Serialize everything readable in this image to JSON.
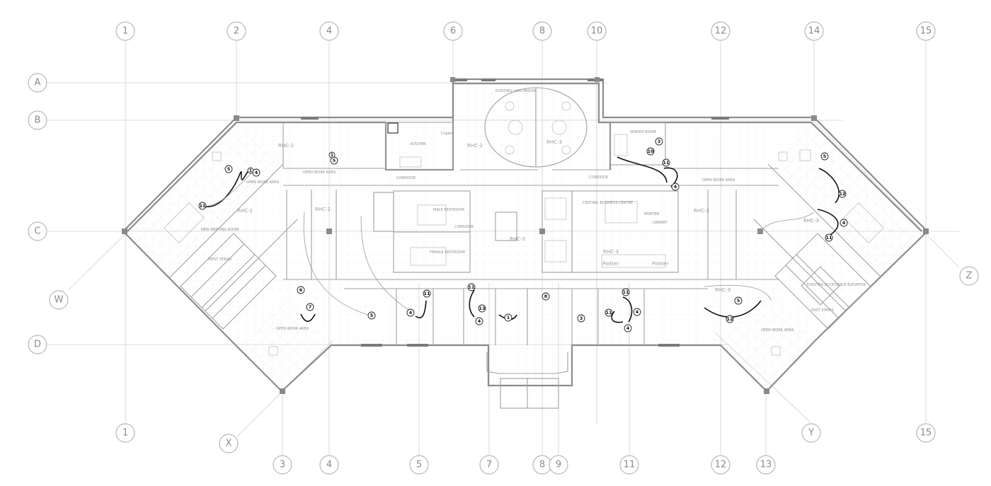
{
  "grid_bubbles_top": [
    "1",
    "2",
    "4",
    "6",
    "8",
    "10",
    "12",
    "14",
    "15"
  ],
  "grid_bubbles_bottom": [
    "1",
    "3",
    "4",
    "5",
    "7",
    "8",
    "9",
    "11",
    "12",
    "13",
    "15"
  ],
  "grid_bubbles_left": [
    "A",
    "B",
    "C",
    "D"
  ],
  "grid_bubbles_diagonal": [
    "W",
    "X",
    "Y",
    "Z"
  ],
  "room_labels": {
    "existing_lunchroom": "EXISTING LUNCHROOM",
    "rhc2_a": "RHC-2",
    "rhc2_b": "RHC-2",
    "rhc2_c": "RHC-2",
    "rhc2_d": "RHC-2",
    "rhc3_a": "RHC-3",
    "rhc3_b": "RHC-3",
    "rhc3_c": "RHC-3",
    "rhc3_d": "RHC-3",
    "rhc3_e": "RHC-3",
    "rhc3_f": "RHC-3",
    "open_work_area_w": "OPEN WORK AREA",
    "open_work_area_c": "OPEN WORK AREA",
    "open_work_area_e": "OPEN WORK AREA",
    "open_work_area_sw": "OPEN WORK AREA",
    "open_work_area_se": "OPEN WORK AREA",
    "corridor_a": "CORRIDOR",
    "corridor_b": "CORRIDOR",
    "corridor_c": "CORRIDOR",
    "west_stairs": "WEST STAIRS",
    "east_stairs": "EAST STAIRS",
    "meeting_room": "NEW MEETING ROOM",
    "male_restroom": "MALE RESTROOM",
    "female_restroom": "FEMALE RESTROOM",
    "central_business": "CENTRAL BUSINESS CENTRE",
    "plotter_a": "Plotter",
    "plotter_b": "Plotter",
    "copier": "Copier",
    "printer": "PRINTER",
    "library": "LIBRARY",
    "elevator": "EXISTING ACCESSIBLE ELEVATOR",
    "kitchen": "KITCHEN",
    "server_room": "SERVER ROOM"
  },
  "circuit_tags": [
    "5",
    "1",
    "4",
    "11",
    "5",
    "7",
    "6",
    "4",
    "11",
    "5",
    "11",
    "4",
    "13",
    "1",
    "8",
    "3",
    "11",
    "4",
    "11",
    "4",
    "3",
    "10",
    "11",
    "4",
    "5",
    "12",
    "4",
    "11",
    "5",
    "12",
    "1"
  ]
}
